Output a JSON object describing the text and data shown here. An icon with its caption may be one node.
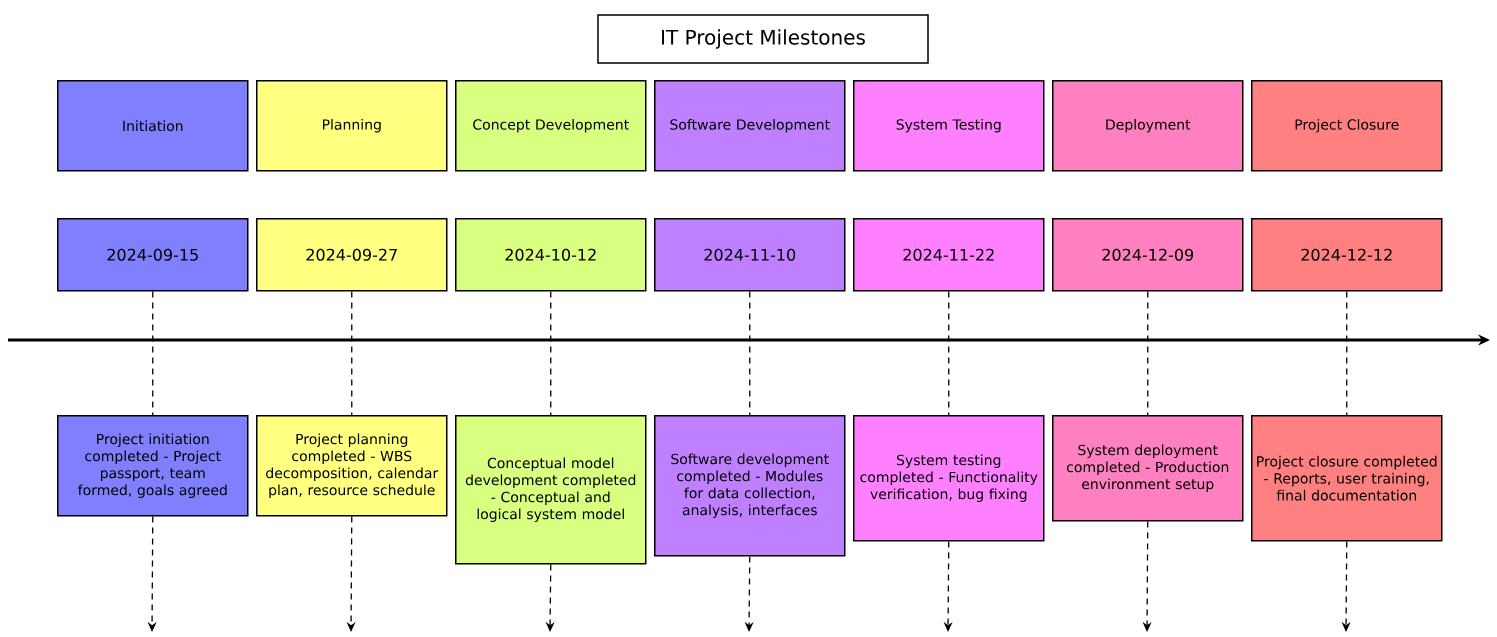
{
  "diagram": {
    "title": "IT Project Milestones",
    "nodes": [
      {
        "text": [
          "Initiation"
        ]
      },
      {
        "text": [
          "Planning"
        ]
      },
      {
        "text": [
          "Concept Development"
        ]
      },
      {
        "text": [
          "Software Development"
        ]
      },
      {
        "text": [
          "System Testing"
        ]
      },
      {
        "text": [
          "Deployment"
        ]
      },
      {
        "text": [
          "Project Closure"
        ]
      },
      {
        "text": [
          "2024-09-15"
        ]
      },
      {
        "text": [
          "2024-09-27"
        ]
      },
      {
        "text": [
          "2024-10-12"
        ]
      },
      {
        "text": [
          "2024-11-10"
        ]
      },
      {
        "text": [
          "2024-11-22"
        ]
      },
      {
        "text": [
          "2024-12-09"
        ]
      },
      {
        "text": [
          "2024-12-12"
        ]
      },
      {
        "text": [
          "Project initiation completed - Project passport, team formed, goals agreed"
        ]
      },
      {
        "text": [
          "Project planning completed - WBS decomposition, calendar plan, resource schedule"
        ]
      },
      {
        "text": [
          "Conceptual model development completed - Conceptual and logical system model"
        ]
      },
      {
        "text": [
          "Software development completed - Modules for data collection, analysis, interfaces"
        ]
      },
      {
        "text": [
          "System testing completed - Functionality verification, bug fixing"
        ]
      },
      {
        "text": [
          "System deployment completed - Production environment setup"
        ]
      },
      {
        "text": [
          "Project closure completed - Reports, user training, final documentation"
        ]
      }
    ],
    "edges": [
      {
        "from": 7,
        "to": 14,
        "arrow": "none",
        "style": "dashed"
      },
      {
        "from": 14,
        "to": null,
        "arrow": "to",
        "style": "dashed"
      },
      {
        "from": 8,
        "to": 15,
        "arrow": "none",
        "style": "dashed"
      },
      {
        "from": 15,
        "to": null,
        "arrow": "to",
        "style": "dashed"
      },
      {
        "from": 9,
        "to": 16,
        "arrow": "none",
        "style": "dashed"
      },
      {
        "from": 16,
        "to": null,
        "arrow": "to",
        "style": "dashed"
      },
      {
        "from": 10,
        "to": 17,
        "arrow": "none",
        "style": "dashed"
      },
      {
        "from": 17,
        "to": null,
        "arrow": "to",
        "style": "dashed"
      },
      {
        "from": 11,
        "to": 18,
        "arrow": "none",
        "style": "dashed"
      },
      {
        "from": 18,
        "to": null,
        "arrow": "to",
        "style": "dashed"
      },
      {
        "from": 12,
        "to": 19,
        "arrow": "none",
        "style": "dashed"
      },
      {
        "from": 19,
        "to": null,
        "arrow": "to",
        "style": "dashed"
      },
      {
        "from": 13,
        "to": 20,
        "arrow": "none",
        "style": "dashed"
      },
      {
        "from": 20,
        "to": null,
        "arrow": "to",
        "style": "dashed"
      }
    ]
  }
}
